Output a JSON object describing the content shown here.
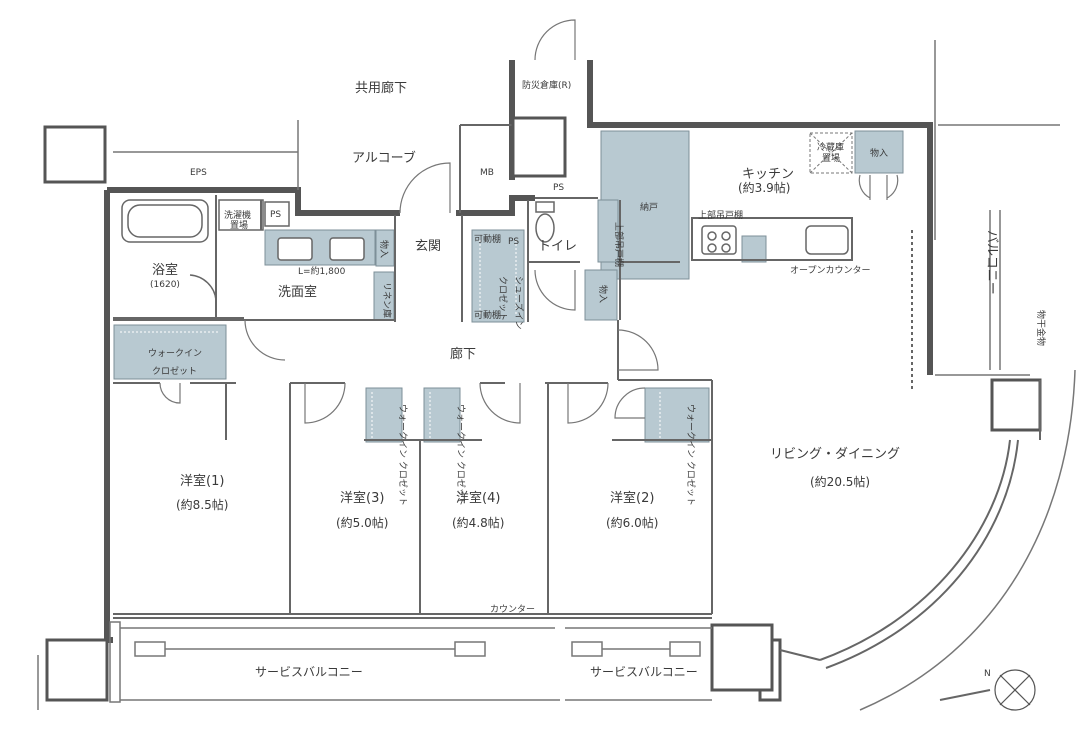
{
  "colors": {
    "wall": "#555555",
    "storage": "#b8c9d1",
    "line": "#888888"
  },
  "labels": {
    "corridor_common": "共用廊下",
    "disaster_storage": "防災倉庫(R)",
    "alcove": "アルコーブ",
    "eps": "EPS",
    "mb": "MB",
    "ps1": "PS",
    "ps2": "PS",
    "ps3": "PS",
    "laundry": "洗濯機\n置場",
    "bath": "浴室",
    "bath_size": "(1620)",
    "washroom": "洗面室",
    "vanity_length": "L=約1,800",
    "storage_wash": "物入",
    "linen": "リネン庫",
    "entrance": "玄関",
    "movable_shelf_top": "可動棚",
    "movable_shelf_bottom": "可動棚",
    "shoes_closet": "シューズイン\nクロゼット",
    "toilet": "トイレ",
    "toilet_shelf": "上部吊戸棚",
    "storage_toilet": "物入",
    "pantry": "納戸",
    "kitchen": "キッチン",
    "kitchen_size": "(約3.9帖)",
    "upper_cabinet": "上部吊戸棚",
    "fridge": "冷蔵庫\n置場",
    "storage_kitchen": "物入",
    "open_counter": "オープンカウンター",
    "balcony": "バルコニー",
    "drying_hardware": "物干金物",
    "hallway": "廊下",
    "wic_1": "ウォークイン\nクロゼット",
    "wic_3": "ウォークイン\nクロゼット",
    "wic_4": "ウォークイン\nクロゼット",
    "wic_2": "ウォークイン\nクロゼット",
    "room1": "洋室(1)",
    "room1_size": "(約8.5帖)",
    "room3": "洋室(3)",
    "room3_size": "(約5.0帖)",
    "room4": "洋室(4)",
    "room4_size": "(約4.8帖)",
    "room2": "洋室(2)",
    "room2_size": "(約6.0帖)",
    "living": "リビング・ダイニング",
    "living_size": "(約20.5帖)",
    "counter": "カウンター",
    "service_balcony_left": "サービスバルコニー",
    "service_balcony_right": "サービスバルコニー",
    "north": "N"
  }
}
